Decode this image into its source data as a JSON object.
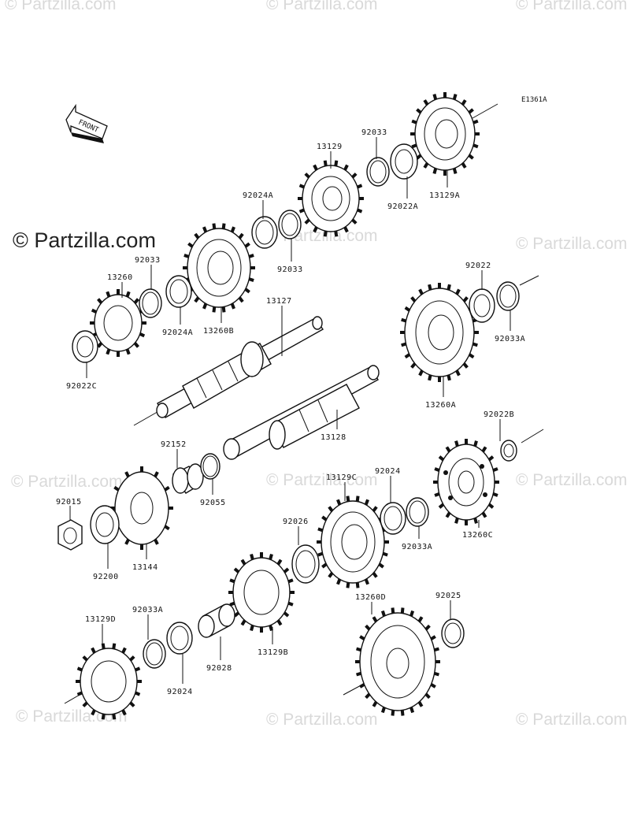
{
  "diagram": {
    "code": "E1361A",
    "front_label": "FRONT",
    "brand_main": "© Partzilla.com",
    "watermark": "© Partzilla.com",
    "labels": {
      "p13129": "13129",
      "p92033_top": "92033",
      "p92022A": "92022A",
      "p13129A": "13129A",
      "p92024A_top": "92024A",
      "p92033_mid": "92033",
      "p92033_left": "92033",
      "p13260": "13260",
      "p92024A_low": "92024A",
      "p13260B": "13260B",
      "p92022C": "92022C",
      "p13127": "13127",
      "p92022": "92022",
      "p92033A_r": "92033A",
      "p13260A": "13260A",
      "p13128": "13128",
      "p92152": "92152",
      "p92055": "92055",
      "p92022B": "92022B",
      "p92015": "92015",
      "p92200": "92200",
      "p13144": "13144",
      "p13129C": "13129C",
      "p92024_mid": "92024",
      "p92033A_mid": "92033A",
      "p13260C": "13260C",
      "p92026": "92026",
      "p13129D": "13129D",
      "p92033A_low": "92033A",
      "p92024_low": "92024",
      "p92028": "92028",
      "p13129B": "13129B",
      "p13260D": "13260D",
      "p92025": "92025"
    }
  }
}
